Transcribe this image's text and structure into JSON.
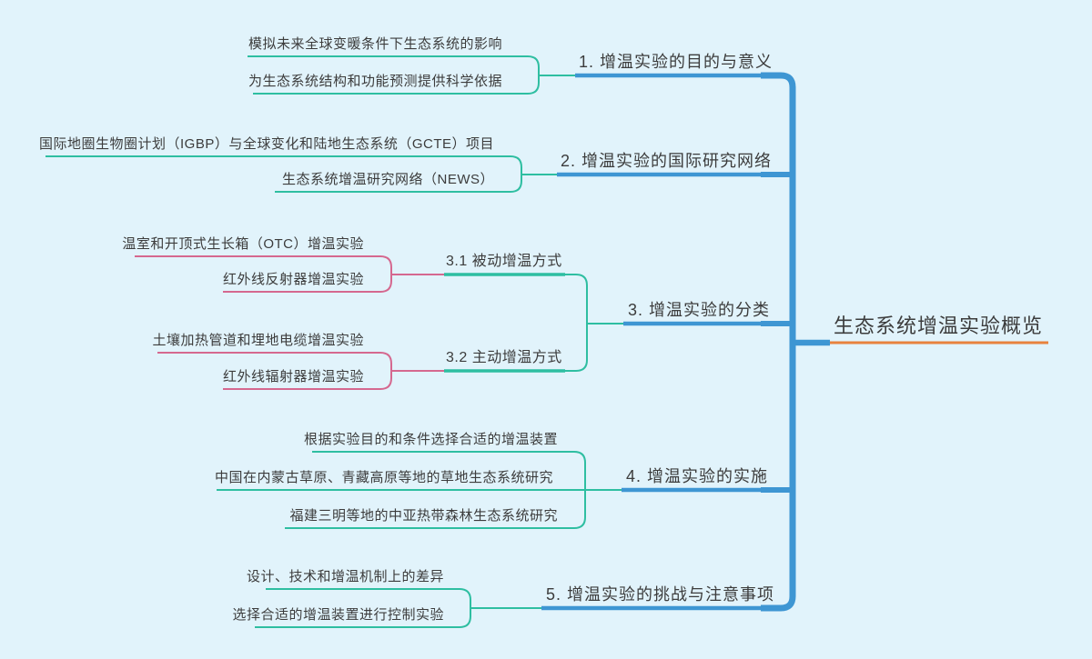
{
  "root": {
    "label": "生态系统增温实验概览"
  },
  "branches": [
    {
      "label": "1. 增温实验的目的与意义",
      "children": [
        {
          "label": "模拟未来全球变暖条件下生态系统的影响"
        },
        {
          "label": "为生态系统结构和功能预测提供科学依据"
        }
      ]
    },
    {
      "label": "2. 增温实验的国际研究网络",
      "children": [
        {
          "label": "国际地圈生物圈计划（IGBP）与全球变化和陆地生态系统（GCTE）项目"
        },
        {
          "label": "生态系统增温研究网络（NEWS）"
        }
      ]
    },
    {
      "label": "3. 增温实验的分类",
      "subtopics": [
        {
          "label": "3.1 被动增温方式",
          "children": [
            {
              "label": "温室和开顶式生长箱（OTC）增温实验"
            },
            {
              "label": "红外线反射器增温实验"
            }
          ]
        },
        {
          "label": "3.2 主动增温方式",
          "children": [
            {
              "label": "土壤加热管道和埋地电缆增温实验"
            },
            {
              "label": "红外线辐射器增温实验"
            }
          ]
        }
      ]
    },
    {
      "label": "4. 增温实验的实施",
      "children": [
        {
          "label": "根据实验目的和条件选择合适的增温装置"
        },
        {
          "label": "中国在内蒙古草原、青藏高原等地的草地生态系统研究"
        },
        {
          "label": "福建三明等地的中亚热带森林生态系统研究"
        }
      ]
    },
    {
      "label": "5. 增温实验的挑战与注意事项",
      "children": [
        {
          "label": "设计、技术和增温机制上的差异"
        },
        {
          "label": "选择合适的增温装置进行控制实验"
        }
      ]
    }
  ],
  "colors": {
    "background": "#e1f3fb",
    "trunk_blue": "#3e96d3",
    "branch_teal": "#2ebea1",
    "leaf_pink": "#d5688f",
    "root_underline_orange": "#e8823d",
    "text": "#3c3c3c"
  }
}
